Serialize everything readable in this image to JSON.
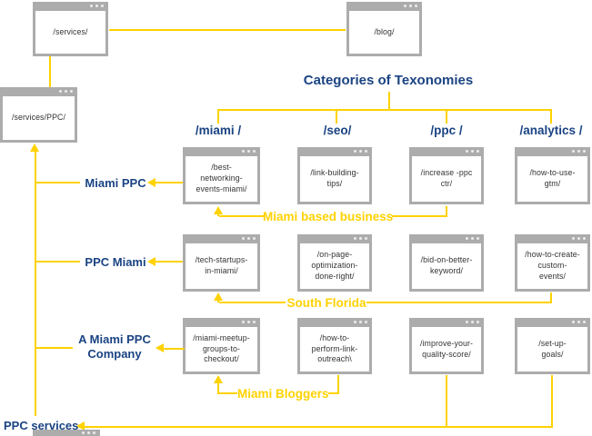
{
  "colors": {
    "yellow": "#ffd200",
    "navy": "#1a4383",
    "chrome": "#acacac",
    "urltext": "#333333"
  },
  "heading": {
    "title": "Categories of Texonomies"
  },
  "top_windows": {
    "services": "/services/",
    "blog": "/blog/",
    "services_ppc": "/services/PPC/"
  },
  "categories": [
    "/miami /",
    "/seo/",
    "/ppc /",
    "/analytics /"
  ],
  "side_labels": {
    "row1": "Miami PPC",
    "row2": "PPC Miami",
    "row3": "A Miami PPC\nCompany",
    "bottom": "PPC services"
  },
  "annotations": {
    "row1": "Miami based business",
    "row2": "South Florida",
    "row3": "Miami Bloggers"
  },
  "grid": [
    [
      "/best-\nnetworking-\nevents-miami/",
      "/link-building-\ntips/",
      "/increase -ppc\nctr/",
      "/how-to-use-\ngtm/"
    ],
    [
      "/tech-startups-\nin-miami/",
      "/on-page-\noptimization-\ndone-right/",
      "/bid-on-better-\nkeyword/",
      "/how-to-create-\ncustom-\nevents/"
    ],
    [
      "/miami-meetup-\ngroups-to-\ncheckout/",
      "/how-to-\nperform-link-\noutreach\\",
      "/improve-your-\nquality-score/",
      "/set-up-\ngoals/"
    ]
  ]
}
